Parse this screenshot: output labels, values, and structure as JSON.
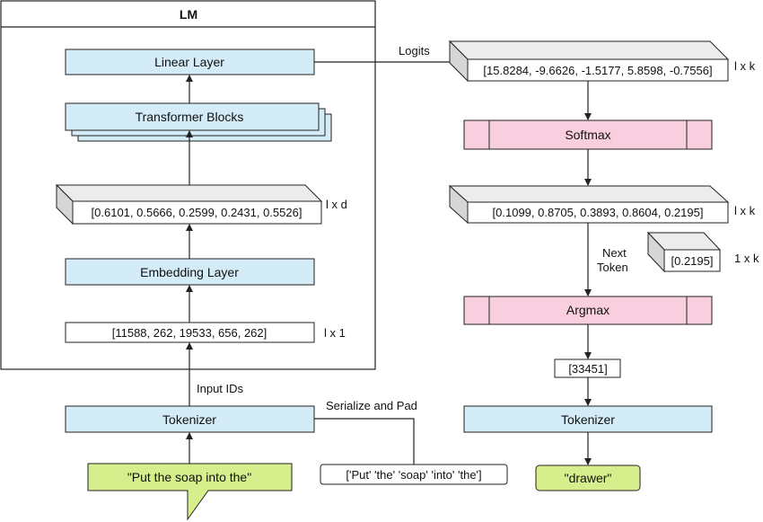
{
  "lm": {
    "title": "LM",
    "linear_layer": "Linear Layer",
    "transformer_blocks": "Transformer Blocks",
    "hidden_vector": "[0.6101, 0.5666, 0.2599, 0.2431, 0.5526]",
    "hidden_dim": "l x d",
    "embedding_layer": "Embedding Layer",
    "input_ids_vector": "[11588, 262, 19533, 656, 262]",
    "input_ids_dim": "l x 1"
  },
  "input": {
    "input_ids_label": "Input IDs",
    "tokenizer": "Tokenizer",
    "prompt": "\"Put the soap into the\"",
    "serialize_label": "Serialize and Pad",
    "serialized_tokens": "['Put' 'the' 'soap' 'into' 'the']"
  },
  "output": {
    "logits_label": "Logits",
    "logits_vector": "[15.8284, -9.6626, -1.5177, 5.8598, -0.7556]",
    "logits_dim": "l x k",
    "softmax": "Softmax",
    "probs_vector": "[0.1099, 0.8705, 0.3893, 0.8604, 0.2195]",
    "probs_dim": "l x k",
    "next_token_label_1": "Next",
    "next_token_label_2": "Token",
    "next_token_vector": "[0.2195]",
    "next_token_dim": "1 x k",
    "argmax": "Argmax",
    "token_id": "[33451]",
    "tokenizer": "Tokenizer",
    "result": "\"drawer\""
  },
  "colors": {
    "blue_box": "#d4ecf8",
    "pink_box": "#f9cfdf",
    "green_box": "#d6ef8c",
    "top_face": "#ececec",
    "side_face": "#d6d6d6",
    "stroke": "#222222"
  }
}
